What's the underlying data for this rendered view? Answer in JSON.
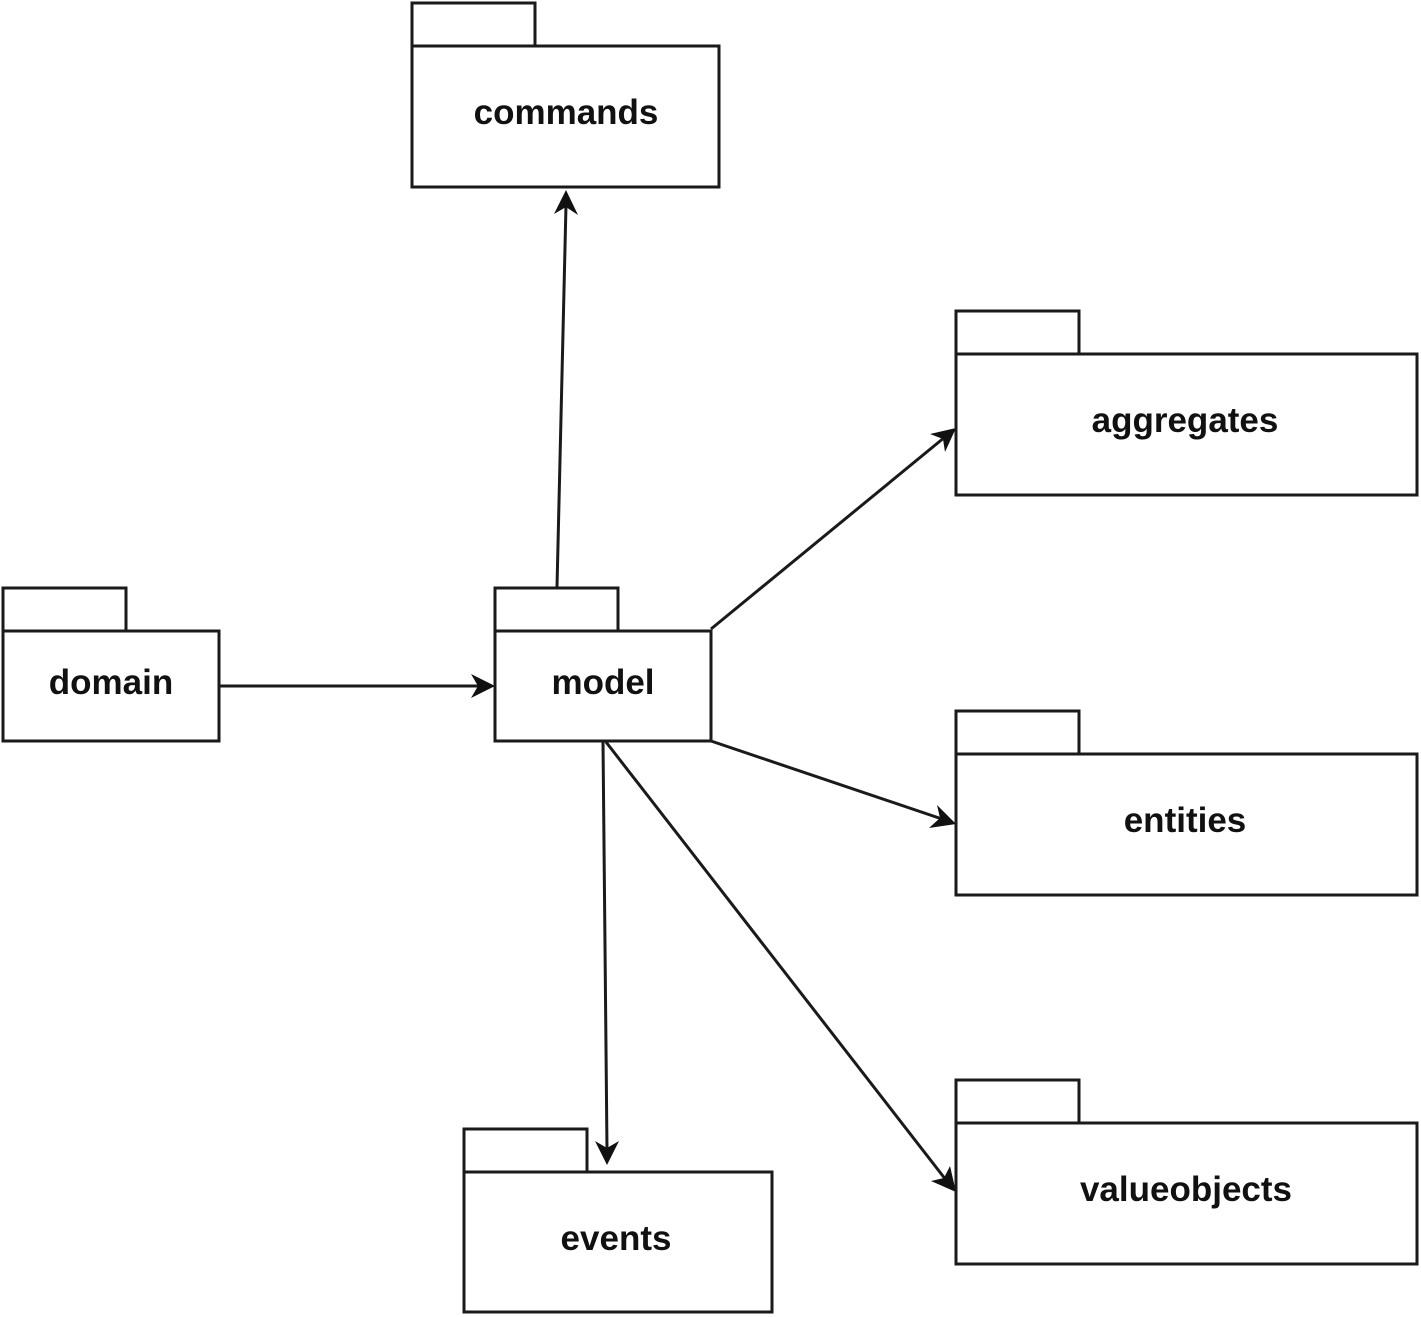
{
  "diagram": {
    "packages": [
      {
        "id": "commands",
        "label": "commands"
      },
      {
        "id": "aggregates",
        "label": "aggregates"
      },
      {
        "id": "domain",
        "label": "domain"
      },
      {
        "id": "model",
        "label": "model"
      },
      {
        "id": "entities",
        "label": "entities"
      },
      {
        "id": "valueobjects",
        "label": "valueobjects"
      },
      {
        "id": "events",
        "label": "events"
      }
    ],
    "dependencies": [
      {
        "from": "domain",
        "to": "model"
      },
      {
        "from": "model",
        "to": "commands"
      },
      {
        "from": "model",
        "to": "aggregates"
      },
      {
        "from": "model",
        "to": "entities"
      },
      {
        "from": "model",
        "to": "valueobjects"
      },
      {
        "from": "model",
        "to": "events"
      }
    ],
    "colors": {
      "stroke": "#1a1a1a",
      "fill": "#ffffff",
      "text": "#111111"
    }
  }
}
